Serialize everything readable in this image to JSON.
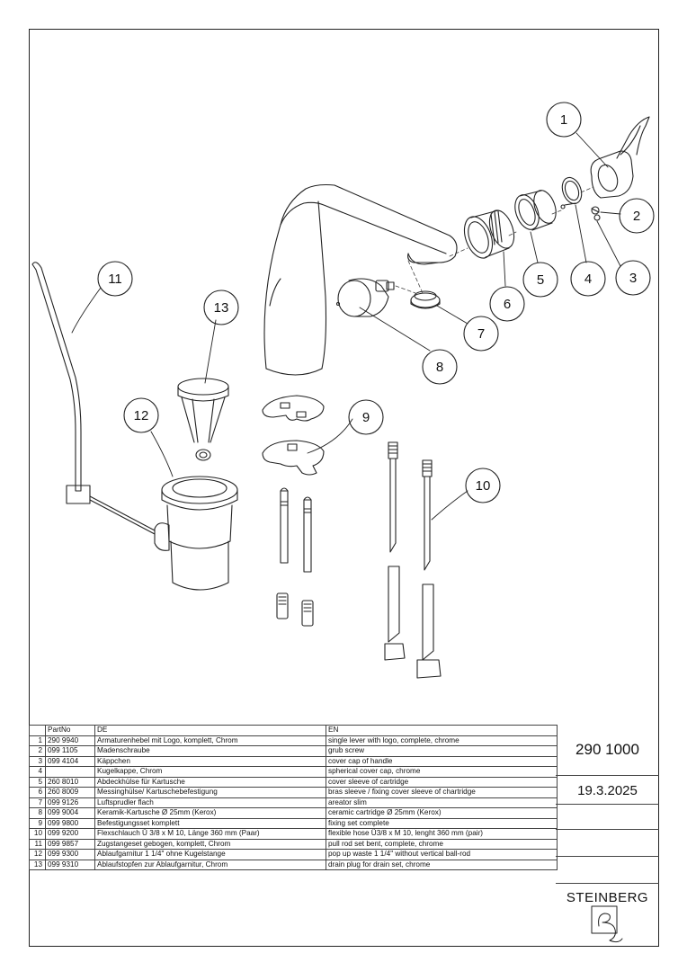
{
  "document": {
    "doc_number": "290 1000",
    "date": "19.3.2025",
    "brand": "STEINBERG"
  },
  "table": {
    "headers": {
      "num": "",
      "part_no": "PartNo",
      "de": "DE",
      "en": "EN"
    },
    "rows": [
      {
        "num": "1",
        "part_no": "290 9940",
        "de": "Armaturenhebel mit Logo, komplett, Chrom",
        "en": "single lever with logo, complete, chrome"
      },
      {
        "num": "2",
        "part_no": "099 1105",
        "de": "Madenschraube",
        "en": "grub screw"
      },
      {
        "num": "3",
        "part_no": "099 4104",
        "de": "Käppchen",
        "en": "cover cap of handle"
      },
      {
        "num": "4",
        "part_no": "",
        "de": "Kugelkappe, Chrom",
        "en": "spherical cover cap, chrome"
      },
      {
        "num": "5",
        "part_no": "260 8010",
        "de": "Abdeckhülse für Kartusche",
        "en": "cover sleeve of cartridge"
      },
      {
        "num": "6",
        "part_no": "260 8009",
        "de": "Messinghülse/ Kartuschebefestigung",
        "en": "bras sleeve / fixing cover sleeve of chartridge"
      },
      {
        "num": "7",
        "part_no": "099 9126",
        "de": "Luftsprudler flach",
        "en": "areator slim"
      },
      {
        "num": "8",
        "part_no": "099 9004",
        "de": "Keramik-Kartusche Ø 25mm (Kerox)",
        "en": "ceramic cartridge Ø 25mm (Kerox)"
      },
      {
        "num": "9",
        "part_no": "099 9800",
        "de": "Befestigungsset komplett",
        "en": "fixing set complete"
      },
      {
        "num": "10",
        "part_no": "099 9200",
        "de": "Flexschlauch Ü 3/8 x M 10, Länge 360 mm (Paar)",
        "en": "flexible hose Ü3/8 x M 10, lenght 360 mm (pair)"
      },
      {
        "num": "11",
        "part_no": "099 9857",
        "de": "Zugstangeset gebogen, komplett, Chrom",
        "en": "pull rod set bent, complete, chrome"
      },
      {
        "num": "12",
        "part_no": "099 9300",
        "de": "Ablaufgarnitur 1 1/4\" ohne Kugelstange",
        "en": "pop up waste 1 1/4\" without vertical ball-rod"
      },
      {
        "num": "13",
        "part_no": "099 9310",
        "de": "Ablaufstopfen zur Ablaufgarnitur, Chrom",
        "en": "drain plug for drain set, chrome"
      }
    ]
  },
  "callouts": [
    "1",
    "2",
    "3",
    "4",
    "5",
    "6",
    "7",
    "8",
    "9",
    "10",
    "11",
    "12",
    "13"
  ]
}
